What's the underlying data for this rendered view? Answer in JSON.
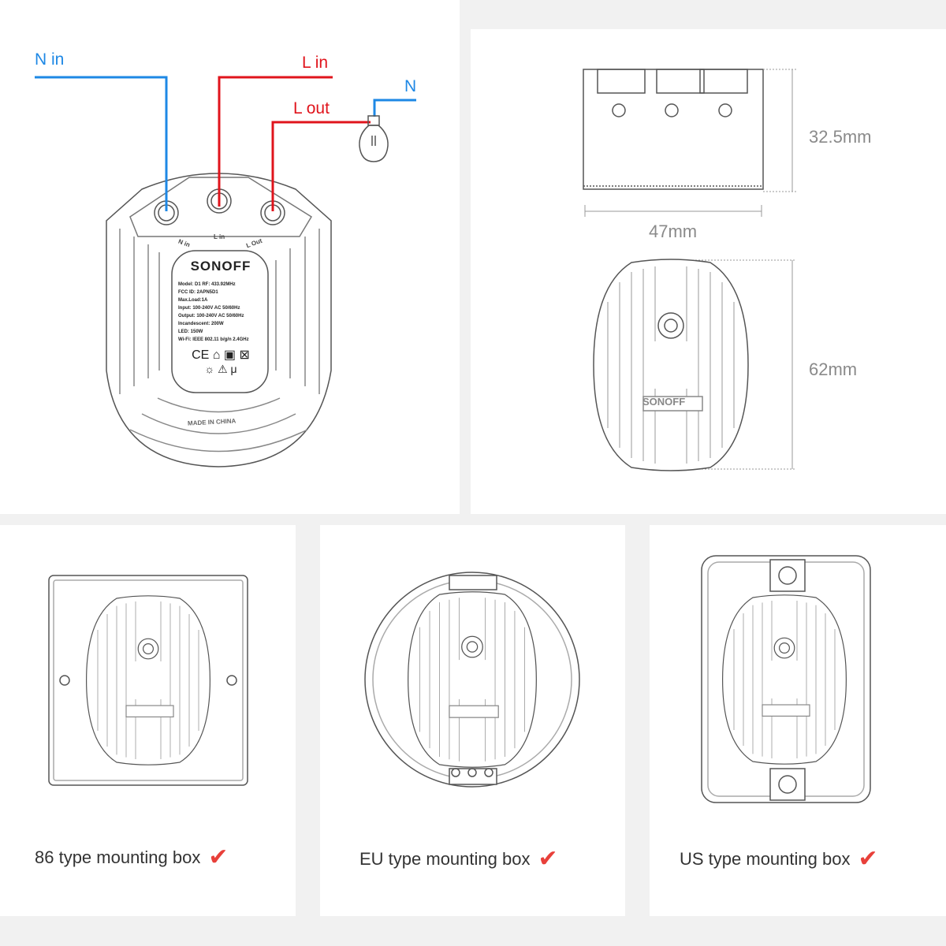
{
  "wiring": {
    "n_in": "N in",
    "l_in": "L in",
    "l_out": "L out",
    "n": "N",
    "terminal_n_in": "N in",
    "terminal_l_in": "L in",
    "terminal_l_out": "L Out",
    "colors": {
      "neutral": "#1e88e5",
      "live": "#e0141c"
    }
  },
  "device_label": {
    "brand": "SONOFF",
    "lines": [
      "Model: D1     RF: 433.92MHz",
      "FCC ID: 2APN5D1",
      "Max.Load:1A",
      "Input: 100-240V AC 50/60Hz",
      "Output: 100-240V AC 50/60Hz",
      "Incandescent: 200W",
      "LED: 150W",
      "Wi-Fi: IEEE 802.11 b/g/n 2.4GHz"
    ],
    "made_in": "MADE IN CHINA"
  },
  "dimensions": {
    "height": "32.5mm",
    "width": "47mm",
    "length": "62mm"
  },
  "mounting": [
    {
      "caption": "86 type mounting box",
      "check_icon": "checkmark-icon"
    },
    {
      "caption": "EU type mounting box",
      "check_icon": "checkmark-icon"
    },
    {
      "caption": "US type mounting box",
      "check_icon": "checkmark-icon"
    }
  ],
  "check_color": "#e8403a"
}
